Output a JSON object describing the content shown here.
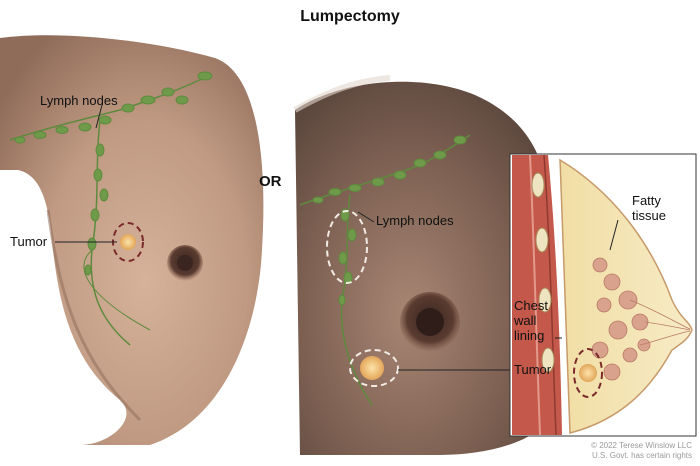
{
  "title": "Lumpectomy",
  "separator": "OR",
  "left_figure": {
    "lymph_nodes_label": "Lymph nodes",
    "tumor_label": "Tumor"
  },
  "right_figure": {
    "lymph_nodes_label": "Lymph nodes",
    "tumor_label": "Tumor"
  },
  "inset": {
    "fatty_tissue_label_line1": "Fatty",
    "fatty_tissue_label_line2": "tissue",
    "chest_wall_label_line1": "Chest",
    "chest_wall_label_line2": "wall",
    "chest_wall_label_line3": "lining"
  },
  "credit_line1": "© 2022 Terese Winslow LLC",
  "credit_line2": "U.S. Govt. has certain rights",
  "colors": {
    "skin": "#c9a58c",
    "skin_shadow": "#9c7560",
    "lymph": "#5e8a3e",
    "tumor": "#f0c27a",
    "dashed_outline_red": "#7a2a2a",
    "dashed_outline_white": "#f2ebe3",
    "fatty_tissue": "#f3e6b8",
    "muscle": "#c4584a"
  }
}
